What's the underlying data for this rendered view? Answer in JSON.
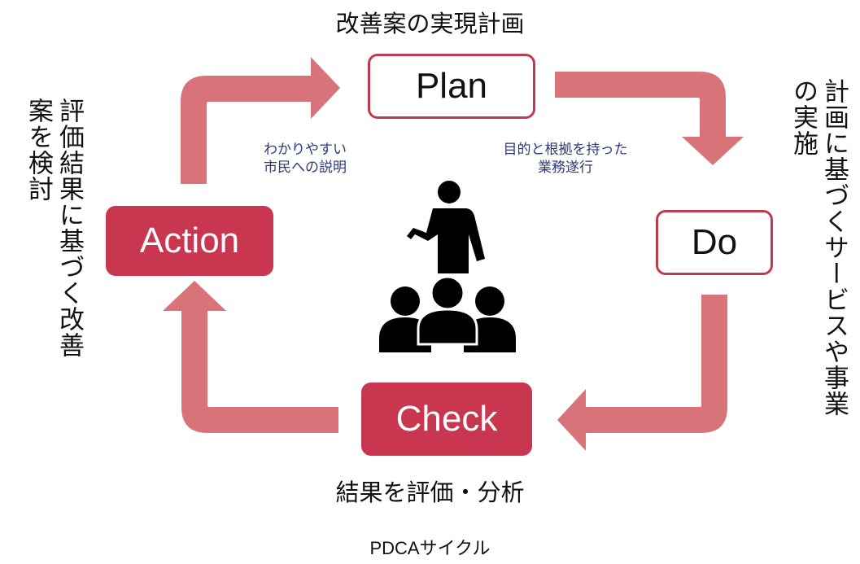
{
  "stages": {
    "plan": {
      "label": "Plan",
      "caption": "改善案の実現計画"
    },
    "do": {
      "label": "Do",
      "caption": "計画に基づくサービスや事業の実施"
    },
    "check": {
      "label": "Check",
      "caption": "結果を評価・分析"
    },
    "action": {
      "label": "Action",
      "caption": "評価結果に基づく改善案を検討"
    }
  },
  "notes": {
    "left_line1": "わかりやすい",
    "left_line2": "市民への説明",
    "right_line1": "目的と根拠を持った",
    "right_line2": "業務遂行"
  },
  "figure_title": "PDCAサイクル",
  "icons": {
    "center": "presenter-audience-icon"
  },
  "colors": {
    "arrow": "#d9737a",
    "accent": "#c8364f",
    "note_text": "#2d3a78"
  }
}
